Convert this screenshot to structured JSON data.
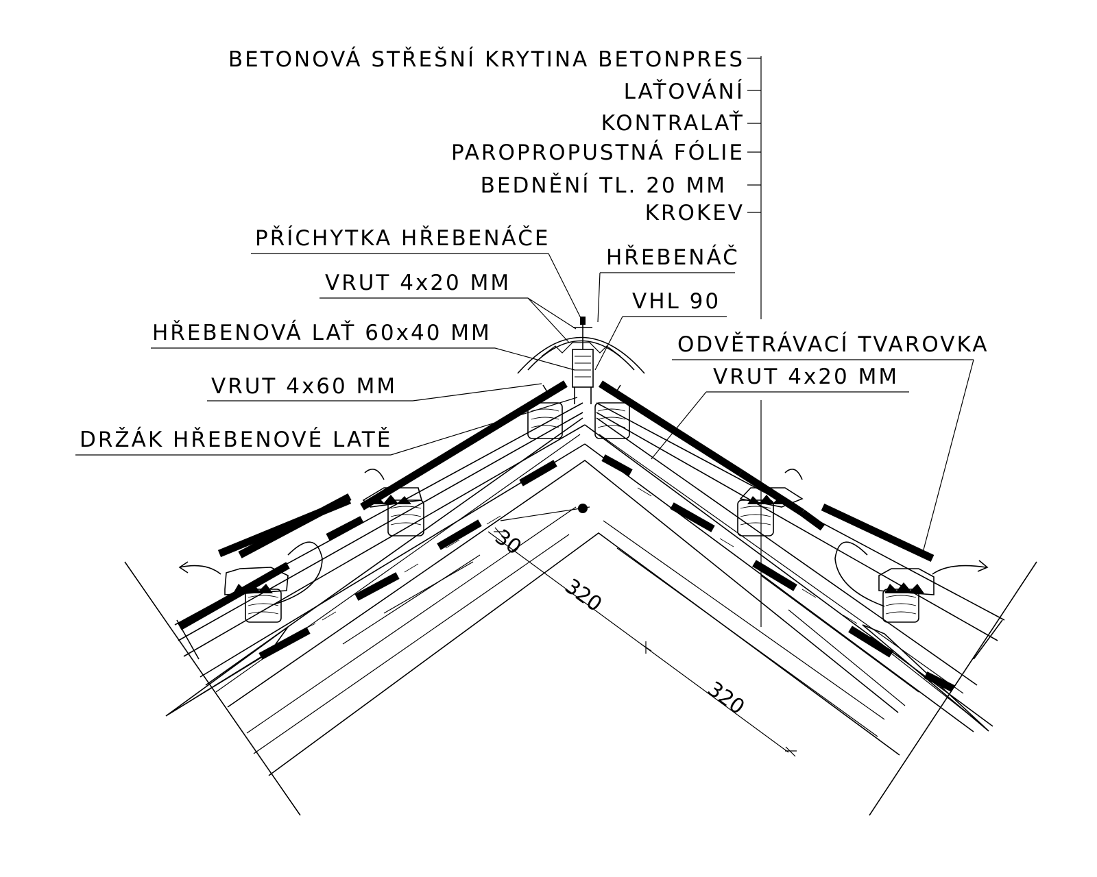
{
  "labels": {
    "betonova": "BETONOVÁ STŘEŠNÍ KRYTINA BETONPRES",
    "latovani": "LAŤOVÁNÍ",
    "kontralat": "KONTRALAŤ",
    "paropropustna": "PAROPROPUSTNÁ FÓLIE",
    "bedneni": "BEDNĚNÍ TL. 20 MM",
    "krokev": "KROKEV",
    "prichytka": "PŘÍCHYTKA HŘEBENÁČE",
    "hrebenac": "HŘEBENÁČ",
    "vrut_4x20_left": "VRUT 4x20 MM",
    "vhl": "VHL 90",
    "hrebenova_lat": "HŘEBENOVÁ LAŤ 60x40 MM",
    "odvetravaci": "ODVĚTRÁVACÍ TVAROVKA",
    "vrut_4x60": "VRUT 4x60 MM",
    "vrut_4x20_right": "VRUT 4x20 MM",
    "drzak": "DRŽÁK HŘEBENOVÉ LATĚ"
  },
  "dimensions": {
    "d30": "30",
    "d320a": "320",
    "d320b": "320"
  },
  "colors": {
    "ink": "#000000",
    "paper": "#ffffff"
  }
}
